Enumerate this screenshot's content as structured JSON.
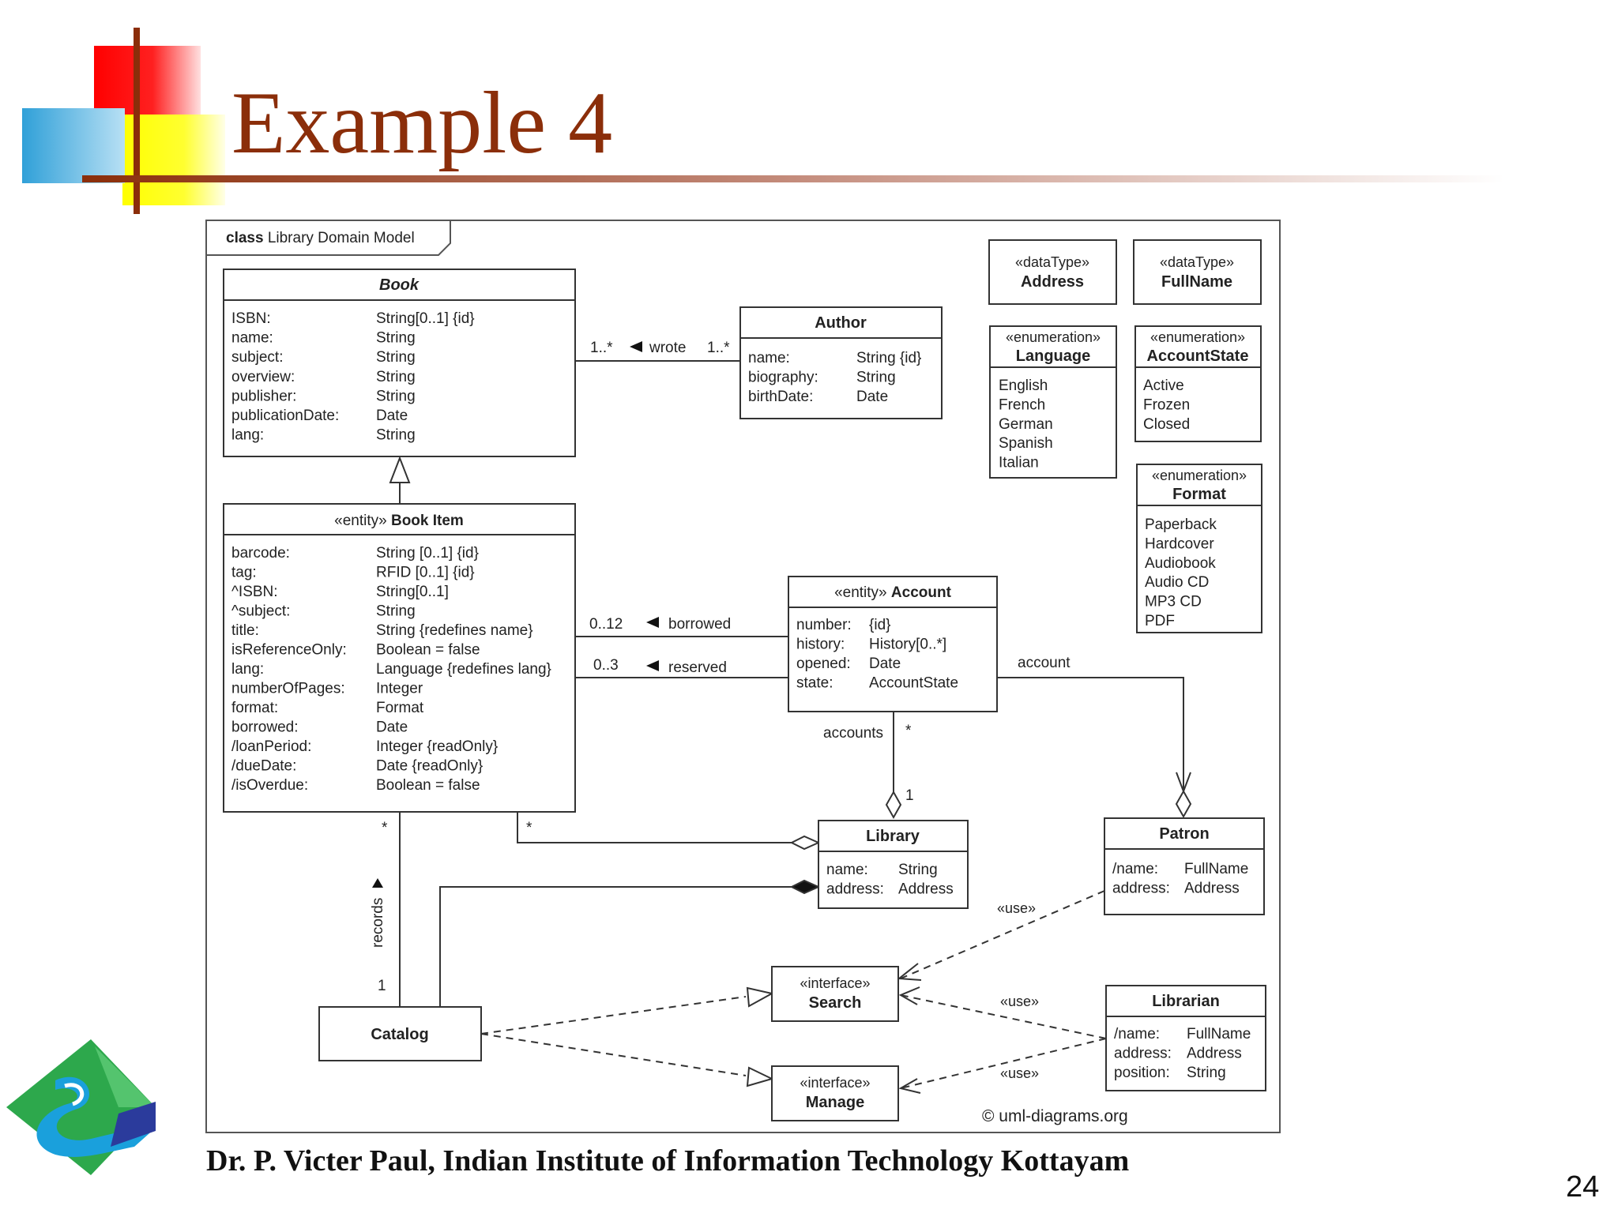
{
  "slide": {
    "title": "Example 4",
    "footer": "Dr. P. Victer Paul, Indian Institute of Information Technology Kottayam",
    "page_number": "24"
  },
  "diagram": {
    "frame": {
      "keyword": "class",
      "name": "Library Domain Model"
    },
    "book": {
      "name": "Book",
      "attrs": [
        {
          "n": "ISBN:",
          "t": "String[0..1] {id}"
        },
        {
          "n": "name:",
          "t": "String"
        },
        {
          "n": "subject:",
          "t": "String"
        },
        {
          "n": "overview:",
          "t": "String"
        },
        {
          "n": "publisher:",
          "t": "String"
        },
        {
          "n": "publicationDate:",
          "t": "Date"
        },
        {
          "n": "lang:",
          "t": "String"
        }
      ]
    },
    "author": {
      "name": "Author",
      "attrs": [
        {
          "n": "name:",
          "t": "String {id}"
        },
        {
          "n": "biography:",
          "t": "String"
        },
        {
          "n": "birthDate:",
          "t": "Date"
        }
      ]
    },
    "bookitem": {
      "stereotype": "«entity»",
      "name": "Book Item",
      "attrs": [
        {
          "n": "barcode:",
          "t": "String [0..1] {id}"
        },
        {
          "n": "tag:",
          "t": "RFID [0..1] {id}"
        },
        {
          "n": "^ISBN:",
          "t": "String[0..1]"
        },
        {
          "n": "^subject:",
          "t": "String"
        },
        {
          "n": "title:",
          "t": "String {redefines name}"
        },
        {
          "n": "isReferenceOnly:",
          "t": "Boolean = false"
        },
        {
          "n": "lang:",
          "t": "Language {redefines lang}"
        },
        {
          "n": "numberOfPages:",
          "t": "Integer"
        },
        {
          "n": "format:",
          "t": "Format"
        },
        {
          "n": "borrowed:",
          "t": "Date"
        },
        {
          "n": "/loanPeriod:",
          "t": "Integer {readOnly}"
        },
        {
          "n": "/dueDate:",
          "t": "Date {readOnly}"
        },
        {
          "n": "/isOverdue:",
          "t": "Boolean = false"
        }
      ]
    },
    "account": {
      "stereotype": "«entity»",
      "name": "Account",
      "attrs": [
        {
          "n": "number:",
          "t": "{id}"
        },
        {
          "n": "history:",
          "t": "History[0..*]"
        },
        {
          "n": "opened:",
          "t": "Date"
        },
        {
          "n": "state:",
          "t": "AccountState"
        }
      ]
    },
    "library": {
      "name": "Library",
      "attrs": [
        {
          "n": "name:",
          "t": "String"
        },
        {
          "n": "address:",
          "t": "Address"
        }
      ]
    },
    "patron": {
      "name": "Patron",
      "attrs": [
        {
          "n": "/name:",
          "t": "FullName"
        },
        {
          "n": "address:",
          "t": "Address"
        }
      ]
    },
    "librarian": {
      "name": "Librarian",
      "attrs": [
        {
          "n": "/name:",
          "t": "FullName"
        },
        {
          "n": "address:",
          "t": "Address"
        },
        {
          "n": "position:",
          "t": "String"
        }
      ]
    },
    "catalog": {
      "name": "Catalog"
    },
    "search": {
      "stereotype": "«interface»",
      "name": "Search"
    },
    "manage": {
      "stereotype": "«interface»",
      "name": "Manage"
    },
    "address_dt": {
      "stereotype": "«dataType»",
      "name": "Address"
    },
    "fullname_dt": {
      "stereotype": "«dataType»",
      "name": "FullName"
    },
    "language_enum": {
      "stereotype": "«enumeration»",
      "name": "Language",
      "literals": [
        "English",
        "French",
        "German",
        "Spanish",
        "Italian"
      ]
    },
    "accountstate_enum": {
      "stereotype": "«enumeration»",
      "name": "AccountState",
      "literals": [
        "Active",
        "Frozen",
        "Closed"
      ]
    },
    "format_enum": {
      "stereotype": "«enumeration»",
      "name": "Format",
      "literals": [
        "Paperback",
        "Hardcover",
        "Audiobook",
        "Audio CD",
        "MP3 CD",
        "PDF"
      ]
    },
    "labels": {
      "wrote_left": "1..*",
      "wrote": "wrote",
      "wrote_right": "1..*",
      "borrowed_mult": "0..12",
      "borrowed": "borrowed",
      "reserved_mult": "0..3",
      "reserved": "reserved",
      "account": "account",
      "accounts": "accounts",
      "accounts_star": "*",
      "library_one": "1",
      "bookitem_star_left": "*",
      "bookitem_star_right": "*",
      "records": "records",
      "catalog_one": "1",
      "use_patron": "«use»",
      "use_librarian_search": "«use»",
      "use_librarian_manage": "«use»"
    },
    "copyright": "© uml-diagrams.org"
  }
}
